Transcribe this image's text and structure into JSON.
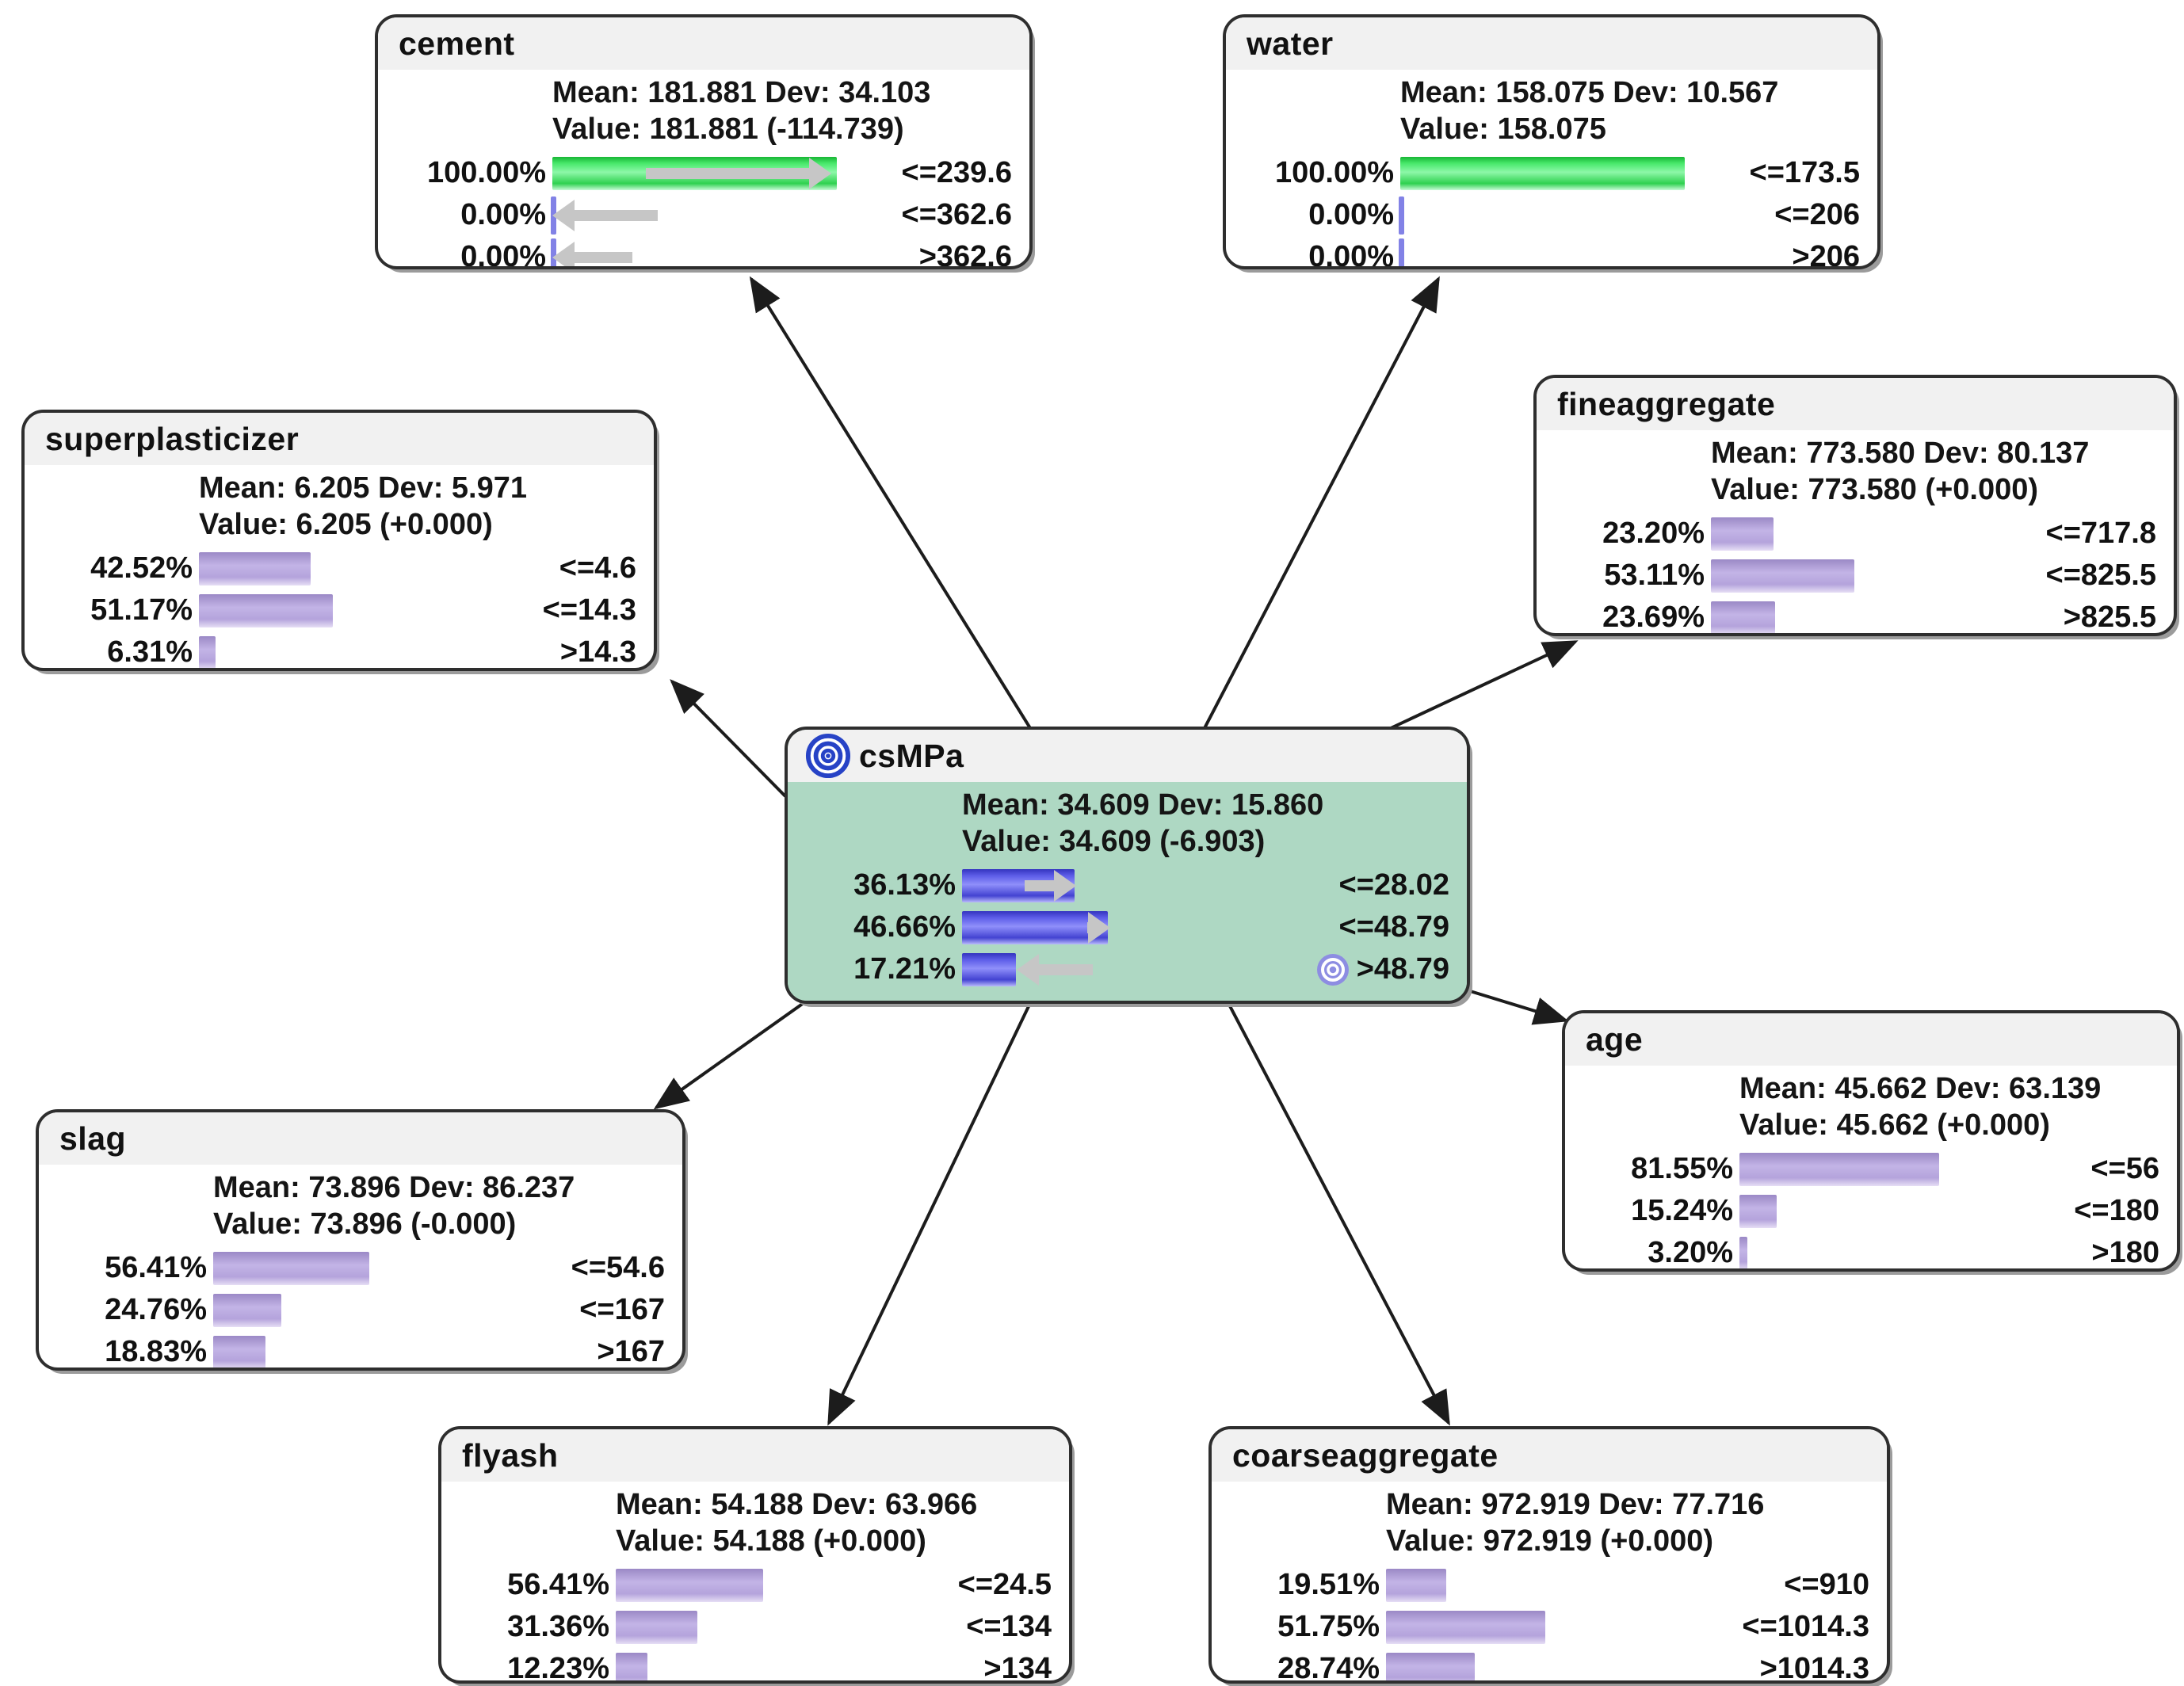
{
  "diagram": {
    "type": "bayesian-network",
    "center_node": "csMPa",
    "colors": {
      "node_title_bg": "#f1f1f1",
      "target_body_bg": "#aed8c3",
      "bar_green": "#2bd54a",
      "bar_blue": "#4a4ad8",
      "bar_purple": "#b2a3d9",
      "delta_arrow_gray": "#c6c6c6",
      "zero_tick_blue": "#8282e6",
      "edge_black": "#1c1c1c",
      "target_icon_blue": "#2743c6",
      "state_icon_lavender": "#8d8de2"
    },
    "edges": [
      {
        "from": "csMPa",
        "to": "cement"
      },
      {
        "from": "csMPa",
        "to": "water"
      },
      {
        "from": "csMPa",
        "to": "superplasticizer"
      },
      {
        "from": "csMPa",
        "to": "fineaggregate"
      },
      {
        "from": "csMPa",
        "to": "slag"
      },
      {
        "from": "csMPa",
        "to": "age"
      },
      {
        "from": "csMPa",
        "to": "flyash"
      },
      {
        "from": "csMPa",
        "to": "coarseaggregate"
      }
    ],
    "nodes": [
      {
        "id": "cement",
        "title": "cement",
        "kind": "feature",
        "bar_color": "green",
        "mean_dev_line": "Mean: 181.881 Dev: 34.103",
        "value_line": "Value: 181.881 (-114.739)",
        "rows": [
          {
            "pct_label": "100.00%",
            "pct": 100.0,
            "threshold": "<=239.6",
            "tick": false,
            "arrow": {
              "dir": "right",
              "from": 0.33,
              "to": 0.98
            },
            "target_icon": false
          },
          {
            "pct_label": "0.00%",
            "pct": 0.0,
            "threshold": "<=362.6",
            "tick": true,
            "arrow": {
              "dir": "left",
              "from": 0.0,
              "to": 0.37
            },
            "target_icon": false
          },
          {
            "pct_label": "0.00%",
            "pct": 0.0,
            "threshold": ">362.6",
            "tick": true,
            "arrow": {
              "dir": "left",
              "from": 0.0,
              "to": 0.28
            },
            "target_icon": false
          }
        ]
      },
      {
        "id": "water",
        "title": "water",
        "kind": "feature",
        "bar_color": "green",
        "mean_dev_line": "Mean: 158.075 Dev: 10.567",
        "value_line": "Value: 158.075",
        "rows": [
          {
            "pct_label": "100.00%",
            "pct": 100.0,
            "threshold": "<=173.5",
            "tick": false,
            "arrow": null,
            "target_icon": false
          },
          {
            "pct_label": "0.00%",
            "pct": 0.0,
            "threshold": "<=206",
            "tick": true,
            "arrow": null,
            "target_icon": false
          },
          {
            "pct_label": "0.00%",
            "pct": 0.0,
            "threshold": ">206",
            "tick": true,
            "arrow": null,
            "target_icon": false
          }
        ]
      },
      {
        "id": "superplasticizer",
        "title": "superplasticizer",
        "kind": "feature",
        "bar_color": "purple",
        "mean_dev_line": "Mean: 6.205 Dev: 5.971",
        "value_line": "Value: 6.205 (+0.000)",
        "rows": [
          {
            "pct_label": "42.52%",
            "pct": 42.52,
            "threshold": "<=4.6",
            "tick": false,
            "arrow": null,
            "target_icon": false
          },
          {
            "pct_label": "51.17%",
            "pct": 51.17,
            "threshold": "<=14.3",
            "tick": false,
            "arrow": null,
            "target_icon": false
          },
          {
            "pct_label": "6.31%",
            "pct": 6.31,
            "threshold": ">14.3",
            "tick": false,
            "arrow": null,
            "target_icon": false
          }
        ]
      },
      {
        "id": "fineaggregate",
        "title": "fineaggregate",
        "kind": "feature",
        "bar_color": "purple",
        "mean_dev_line": "Mean: 773.580 Dev: 80.137",
        "value_line": "Value: 773.580 (+0.000)",
        "rows": [
          {
            "pct_label": "23.20%",
            "pct": 23.2,
            "threshold": "<=717.8",
            "tick": false,
            "arrow": null,
            "target_icon": false
          },
          {
            "pct_label": "53.11%",
            "pct": 53.11,
            "threshold": "<=825.5",
            "tick": false,
            "arrow": null,
            "target_icon": false
          },
          {
            "pct_label": "23.69%",
            "pct": 23.69,
            "threshold": ">825.5",
            "tick": false,
            "arrow": null,
            "target_icon": false
          }
        ]
      },
      {
        "id": "csMPa",
        "title": "csMPa",
        "kind": "target",
        "bar_color": "blue",
        "mean_dev_line": "Mean: 34.609 Dev: 15.860",
        "value_line": "Value: 34.609 (-6.903)",
        "rows": [
          {
            "pct_label": "36.13%",
            "pct": 36.13,
            "threshold": "<=28.02",
            "tick": false,
            "arrow": {
              "dir": "right",
              "from": 0.2,
              "to": 0.365
            },
            "target_icon": false
          },
          {
            "pct_label": "46.66%",
            "pct": 46.66,
            "threshold": "<=48.79",
            "tick": false,
            "arrow": {
              "dir": "right",
              "from": 0.4,
              "to": 0.475
            },
            "target_icon": false
          },
          {
            "pct_label": "17.21%",
            "pct": 17.21,
            "threshold": ">48.79",
            "tick": false,
            "arrow": {
              "dir": "left",
              "from": 0.175,
              "to": 0.42
            },
            "target_icon": true
          }
        ]
      },
      {
        "id": "slag",
        "title": "slag",
        "kind": "feature",
        "bar_color": "purple",
        "mean_dev_line": "Mean: 73.896 Dev: 86.237",
        "value_line": "Value: 73.896 (-0.000)",
        "rows": [
          {
            "pct_label": "56.41%",
            "pct": 56.41,
            "threshold": "<=54.6",
            "tick": false,
            "arrow": null,
            "target_icon": false
          },
          {
            "pct_label": "24.76%",
            "pct": 24.76,
            "threshold": "<=167",
            "tick": false,
            "arrow": null,
            "target_icon": false
          },
          {
            "pct_label": "18.83%",
            "pct": 18.83,
            "threshold": ">167",
            "tick": false,
            "arrow": null,
            "target_icon": false
          }
        ]
      },
      {
        "id": "age",
        "title": "age",
        "kind": "feature",
        "bar_color": "purple",
        "mean_dev_line": "Mean: 45.662 Dev: 63.139",
        "value_line": "Value: 45.662 (+0.000)",
        "rows": [
          {
            "pct_label": "81.55%",
            "pct": 81.55,
            "threshold": "<=56",
            "tick": false,
            "arrow": null,
            "target_icon": false
          },
          {
            "pct_label": "15.24%",
            "pct": 15.24,
            "threshold": "<=180",
            "tick": false,
            "arrow": null,
            "target_icon": false
          },
          {
            "pct_label": "3.20%",
            "pct": 3.2,
            "threshold": ">180",
            "tick": false,
            "arrow": null,
            "target_icon": false
          }
        ]
      },
      {
        "id": "flyash",
        "title": "flyash",
        "kind": "feature",
        "bar_color": "purple",
        "mean_dev_line": "Mean: 54.188 Dev: 63.966",
        "value_line": "Value: 54.188 (+0.000)",
        "rows": [
          {
            "pct_label": "56.41%",
            "pct": 56.41,
            "threshold": "<=24.5",
            "tick": false,
            "arrow": null,
            "target_icon": false
          },
          {
            "pct_label": "31.36%",
            "pct": 31.36,
            "threshold": "<=134",
            "tick": false,
            "arrow": null,
            "target_icon": false
          },
          {
            "pct_label": "12.23%",
            "pct": 12.23,
            "threshold": ">134",
            "tick": false,
            "arrow": null,
            "target_icon": false
          }
        ]
      },
      {
        "id": "coarseaggregate",
        "title": "coarseaggregate",
        "kind": "feature",
        "bar_color": "purple",
        "mean_dev_line": "Mean: 972.919 Dev: 77.716",
        "value_line": "Value: 972.919 (+0.000)",
        "rows": [
          {
            "pct_label": "19.51%",
            "pct": 19.51,
            "threshold": "<=910",
            "tick": false,
            "arrow": null,
            "target_icon": false
          },
          {
            "pct_label": "51.75%",
            "pct": 51.75,
            "threshold": "<=1014.3",
            "tick": false,
            "arrow": null,
            "target_icon": false
          },
          {
            "pct_label": "28.74%",
            "pct": 28.74,
            "threshold": ">1014.3",
            "tick": false,
            "arrow": null,
            "target_icon": false
          }
        ]
      }
    ]
  }
}
